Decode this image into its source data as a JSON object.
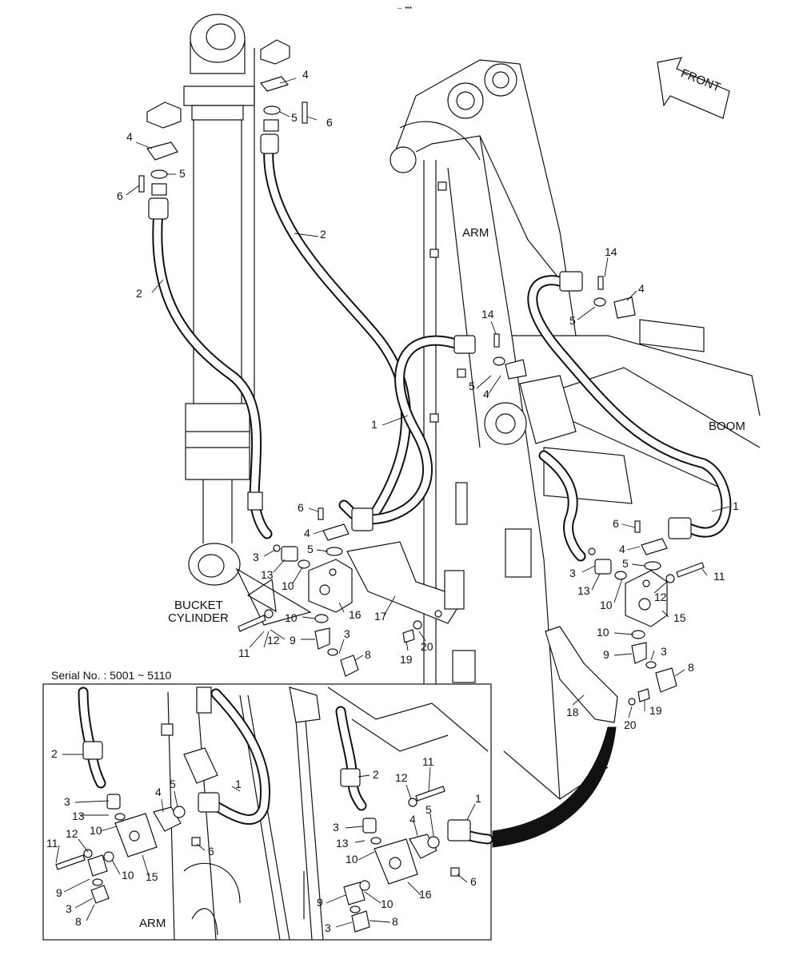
{
  "header_mark": "↔ ▪▪▪",
  "front_label": "FRONT",
  "region_labels": {
    "arm_top": "ARM",
    "boom": "BOOM",
    "bucket_cylinder_line1": "BUCKET",
    "bucket_cylinder_line2": "CYLINDER",
    "arm_inset": "ARM"
  },
  "inset_caption": "Serial No. : 5001 ~ 5110",
  "callouts": [
    {
      "id": "c-4a",
      "text": "4"
    },
    {
      "id": "c-5a",
      "text": "5"
    },
    {
      "id": "c-6a",
      "text": "6"
    },
    {
      "id": "c-4b",
      "text": "4"
    },
    {
      "id": "c-5b",
      "text": "5"
    },
    {
      "id": "c-6b",
      "text": "6"
    },
    {
      "id": "c-2a",
      "text": "2"
    },
    {
      "id": "c-2b",
      "text": "2"
    },
    {
      "id": "c-14a",
      "text": "14"
    },
    {
      "id": "c-4c",
      "text": "4"
    },
    {
      "id": "c-5c",
      "text": "5"
    },
    {
      "id": "c-14b",
      "text": "14"
    },
    {
      "id": "c-5d",
      "text": "5"
    },
    {
      "id": "c-4d",
      "text": "4"
    },
    {
      "id": "c-1a",
      "text": "1"
    },
    {
      "id": "c-1b",
      "text": "1"
    },
    {
      "id": "c-6c",
      "text": "6"
    },
    {
      "id": "c-4e",
      "text": "4"
    },
    {
      "id": "c-5e",
      "text": "5"
    },
    {
      "id": "c-3a",
      "text": "3"
    },
    {
      "id": "c-13a",
      "text": "13"
    },
    {
      "id": "c-10a",
      "text": "10"
    },
    {
      "id": "c-10b",
      "text": "10"
    },
    {
      "id": "c-16a",
      "text": "16"
    },
    {
      "id": "c-17",
      "text": "17"
    },
    {
      "id": "c-11a",
      "text": "11"
    },
    {
      "id": "c-12a",
      "text": "12"
    },
    {
      "id": "c-9a",
      "text": "9"
    },
    {
      "id": "c-3b",
      "text": "3"
    },
    {
      "id": "c-8a",
      "text": "8"
    },
    {
      "id": "c-19a",
      "text": "19"
    },
    {
      "id": "c-20a",
      "text": "20"
    },
    {
      "id": "c-6d",
      "text": "6"
    },
    {
      "id": "c-4f",
      "text": "4"
    },
    {
      "id": "c-5f",
      "text": "5"
    },
    {
      "id": "c-3c",
      "text": "3"
    },
    {
      "id": "c-13b",
      "text": "13"
    },
    {
      "id": "c-10c",
      "text": "10"
    },
    {
      "id": "c-11b",
      "text": "11"
    },
    {
      "id": "c-12b",
      "text": "12"
    },
    {
      "id": "c-15a",
      "text": "15"
    },
    {
      "id": "c-10d",
      "text": "10"
    },
    {
      "id": "c-9b",
      "text": "9"
    },
    {
      "id": "c-3d",
      "text": "3"
    },
    {
      "id": "c-8b",
      "text": "8"
    },
    {
      "id": "c-18",
      "text": "18"
    },
    {
      "id": "c-20b",
      "text": "20"
    },
    {
      "id": "c-19b",
      "text": "19"
    },
    {
      "id": "i-2a",
      "text": "2"
    },
    {
      "id": "i-1a",
      "text": "1"
    },
    {
      "id": "i-3a",
      "text": "3"
    },
    {
      "id": "i-13a",
      "text": "13"
    },
    {
      "id": "i-10a",
      "text": "10"
    },
    {
      "id": "i-5a",
      "text": "5"
    },
    {
      "id": "i-4a",
      "text": "4"
    },
    {
      "id": "i-11a",
      "text": "11"
    },
    {
      "id": "i-12a",
      "text": "12"
    },
    {
      "id": "i-6a",
      "text": "6"
    },
    {
      "id": "i-10b",
      "text": "10"
    },
    {
      "id": "i-15",
      "text": "15"
    },
    {
      "id": "i-9a",
      "text": "9"
    },
    {
      "id": "i-3b",
      "text": "3"
    },
    {
      "id": "i-8a",
      "text": "8"
    },
    {
      "id": "i-2b",
      "text": "2"
    },
    {
      "id": "i-11b",
      "text": "11"
    },
    {
      "id": "i-12b",
      "text": "12"
    },
    {
      "id": "i-1b",
      "text": "1"
    },
    {
      "id": "i-3c",
      "text": "3"
    },
    {
      "id": "i-5b",
      "text": "5"
    },
    {
      "id": "i-4b",
      "text": "4"
    },
    {
      "id": "i-13b",
      "text": "13"
    },
    {
      "id": "i-10c",
      "text": "10"
    },
    {
      "id": "i-6b",
      "text": "6"
    },
    {
      "id": "i-16",
      "text": "16"
    },
    {
      "id": "i-9b",
      "text": "9"
    },
    {
      "id": "i-10d",
      "text": "10"
    },
    {
      "id": "i-3d",
      "text": "3"
    },
    {
      "id": "i-8b",
      "text": "8"
    }
  ]
}
